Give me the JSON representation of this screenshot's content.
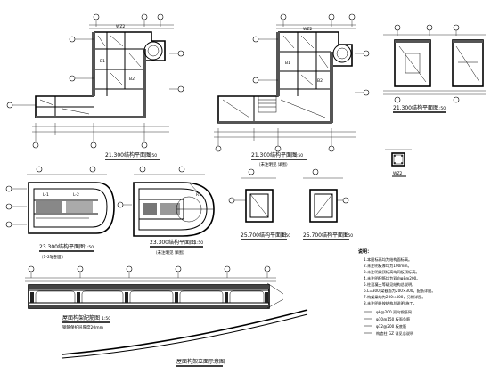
{
  "sheet": {
    "drawings": {
      "plan_a": {
        "title": "21.300结构平面图",
        "scale": "1:50"
      },
      "plan_b": {
        "title": "21.300结构平面图",
        "scale": "1:50",
        "note": "（未注明见 详图）"
      },
      "plan_c": {
        "title": "21.300结构平面图",
        "scale": "1:50"
      },
      "column": {
        "label": "WZ2"
      },
      "plan_d": {
        "title": "23.300结构平面图",
        "scale": "1:50",
        "note": "（1-2轴剖面）"
      },
      "plan_e": {
        "title": "23.300结构平面图",
        "scale": "1:50",
        "note": "（未注明见 详图）"
      },
      "plan_f": {
        "title": "25.700结构平面图",
        "scale": "1:50"
      },
      "plan_g": {
        "title": "25.700结构平面图",
        "scale": "1:50"
      },
      "section": {
        "title": "屋面构架配筋图",
        "scale": "1:50",
        "note": "钢筋保护层厚度20mm"
      },
      "curve": {
        "title": "屋面构架立面示意图"
      }
    },
    "notes": {
      "heading": "说明：",
      "lines": [
        "1.本图标高均为结构面标高。",
        "2.未注明板厚均为100mm。",
        "3.未注明梁顶标高均同板顶标高。",
        "4.未注明配筋均为双向φ8@200。",
        "5.柱混凝土等级见结构总说明。",
        "6.L=300 梁截面为200×300，配筋详图。",
        "7.构架梁均为200×400，另附详图。",
        "8.未注明处按结构总说明 施工。",
        "φ8@200 双向钢筋网",
        "φ10@150 板面负筋",
        "φ12@200 板底筋",
        "构造柱 GZ 详见总说明"
      ]
    }
  }
}
